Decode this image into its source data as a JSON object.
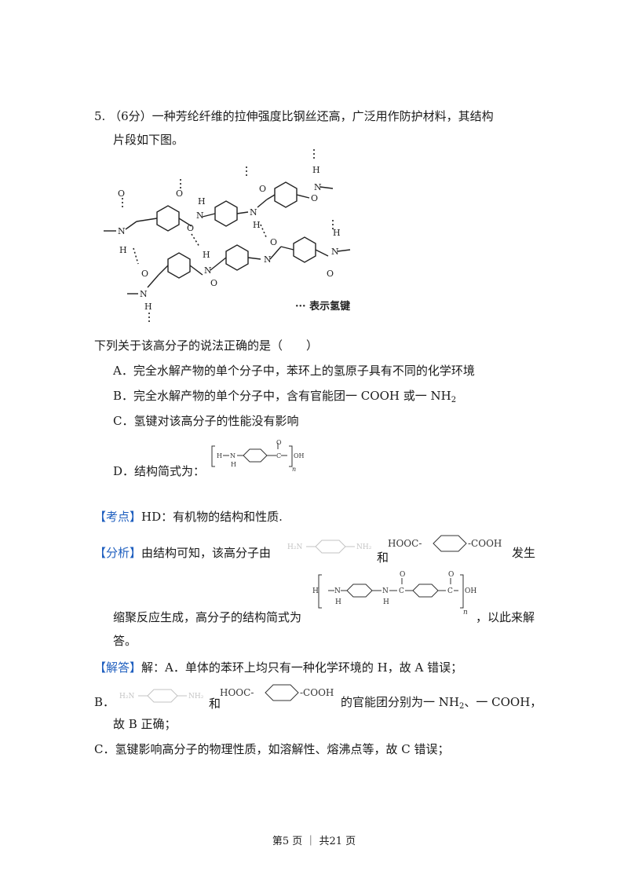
{
  "question": {
    "number": "5.",
    "score": "（6分）",
    "stem_line1": "一种芳纶纤维的拉伸强度比钢丝还高，广泛用作防护材料，其结构",
    "stem_line2": "片段如下图。",
    "figure_legend": "··· 表示氢键",
    "prompt": "下列关于该高分子的说法正确的是（　　）",
    "options": [
      {
        "label": "A．",
        "text": "完全水解产物的单个分子中，苯环上的氢原子具有不同的化学环境"
      },
      {
        "label": "B．",
        "text_before": "完全水解产物的单个分子中，含有官能团一 COOH 或一 NH",
        "sub": "2"
      },
      {
        "label": "C．",
        "text": "氢键对该高分子的性能没有影响"
      },
      {
        "label": "D．",
        "text": "结构简式为："
      }
    ]
  },
  "answer": {
    "kaodian_tag": "【考点】",
    "kaodian_text": "HD：有机物的结构和性质.",
    "fenxi_tag": "【分析】",
    "fenxi_text1": "由结构可知，该高分子由",
    "fenxi_he": "和",
    "fenxi_fasheng": "发生",
    "fenxi_text2": "缩聚反应生成，高分子的结构简式为",
    "fenxi_text3": "，以此来解",
    "fenxi_text4": "答。",
    "jieda_tag": "【解答】",
    "jieda_a": "解：A．单体的苯环上均只有一种化学环境的 H，故 A 错误；",
    "jieda_b_label": "B．",
    "jieda_b_he": "和",
    "jieda_b_text": "的官能团分别为一 NH",
    "jieda_b_sub": "2",
    "jieda_b_text2": "、一 COOH，",
    "jieda_b_text3": "故 B 正确；",
    "jieda_c": "C．氢键影响高分子的物理性质，如溶解性、熔沸点等，故 C 错误；"
  },
  "formula_labels": {
    "hooc": "HOOC-",
    "cooh": "-COOH",
    "nh2": "NH₂",
    "h2n": "H₂N",
    "oh": "OH",
    "n": "n",
    "h": "H",
    "nn": "N",
    "o": "O",
    "c": "C"
  },
  "footer": {
    "text": "第5 页 ｜ 共21 页"
  }
}
